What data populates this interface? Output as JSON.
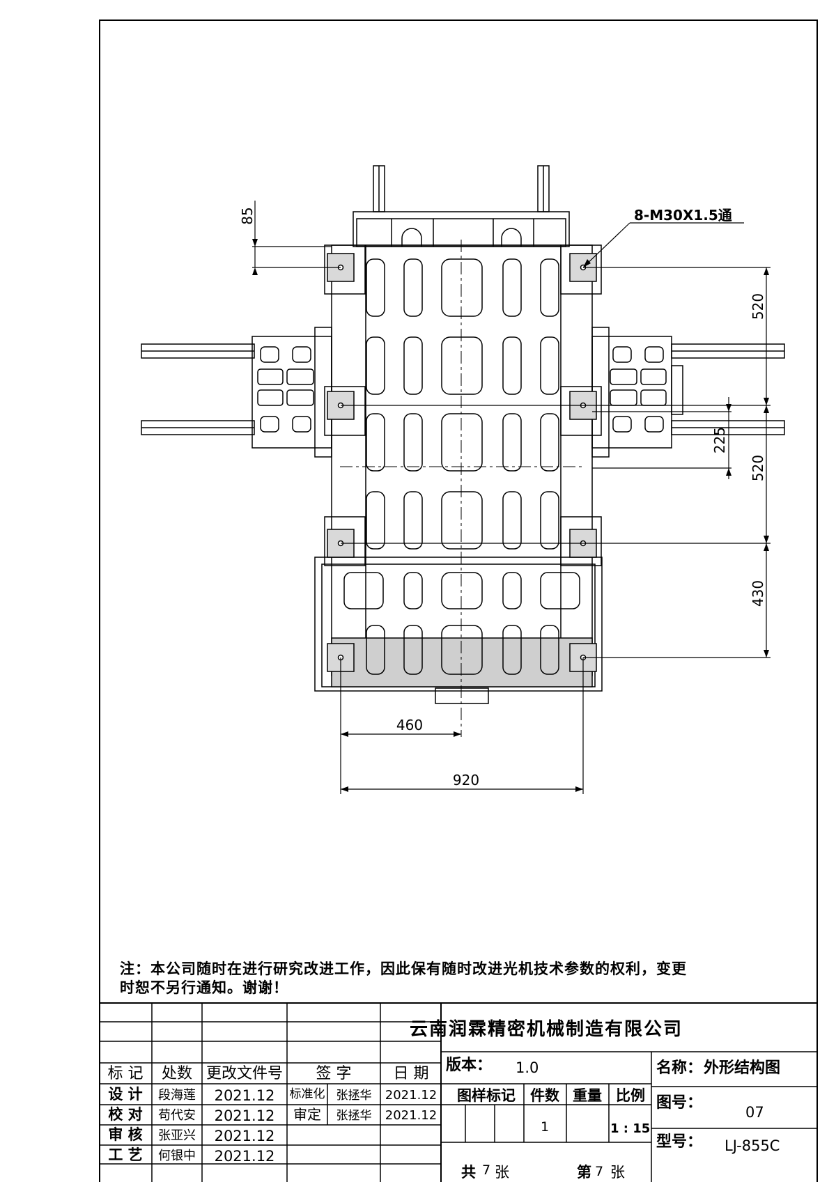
{
  "drawing": {
    "dimensions": {
      "top_offset": "85",
      "span_upper": "520",
      "span_middle": "520",
      "span_lower": "430",
      "rail_gap": "225",
      "half_width": "460",
      "full_width": "920"
    },
    "callout": "8-M30X1.5通"
  },
  "note": {
    "line1": "注：本公司随时在进行研究改进工作，因此保有随时改进光机技术参数的权利，变更",
    "line2": "时恕不另行通知。谢谢！"
  },
  "title_block": {
    "company": "云南润霖精密机械制造有限公司",
    "revision_headers": {
      "mark": "标 记",
      "count": "处数",
      "doc": "更改文件号",
      "sign": "签  字",
      "date": "日  期"
    },
    "signoffs": [
      {
        "role": "设 计",
        "name": "段海莲",
        "date": "2021.12"
      },
      {
        "role": "校 对",
        "name": "苟代安",
        "date": "2021.12"
      },
      {
        "role": "审 核",
        "name": "张亚兴",
        "date": "2021.12"
      },
      {
        "role": "工 艺",
        "name": "何银中",
        "date": "2021.12"
      }
    ],
    "approvals": [
      {
        "role": "标准化",
        "name": "张拯华",
        "date": "2021.12"
      },
      {
        "role": "审定",
        "name": "张拯华",
        "date": "2021.12"
      }
    ],
    "version_label": "版本：",
    "version_value": "1.0",
    "name_label": "名称：",
    "name_value": "外形结构图",
    "headers": {
      "sample": "图样标记",
      "qty": "件数",
      "weight": "重量",
      "scale": "比例"
    },
    "qty_value": "1",
    "scale_value": "1 : 15",
    "drawing_no_label": "图号：",
    "drawing_no_value": "07",
    "model_label": "型号：",
    "model_value": "LJ-855C",
    "sheets_total_label": "共",
    "sheets_total_value": "7",
    "sheets_unit": "张",
    "sheet_no_label": "第",
    "sheet_no_value": "7",
    "sheet_no_unit": "张"
  }
}
